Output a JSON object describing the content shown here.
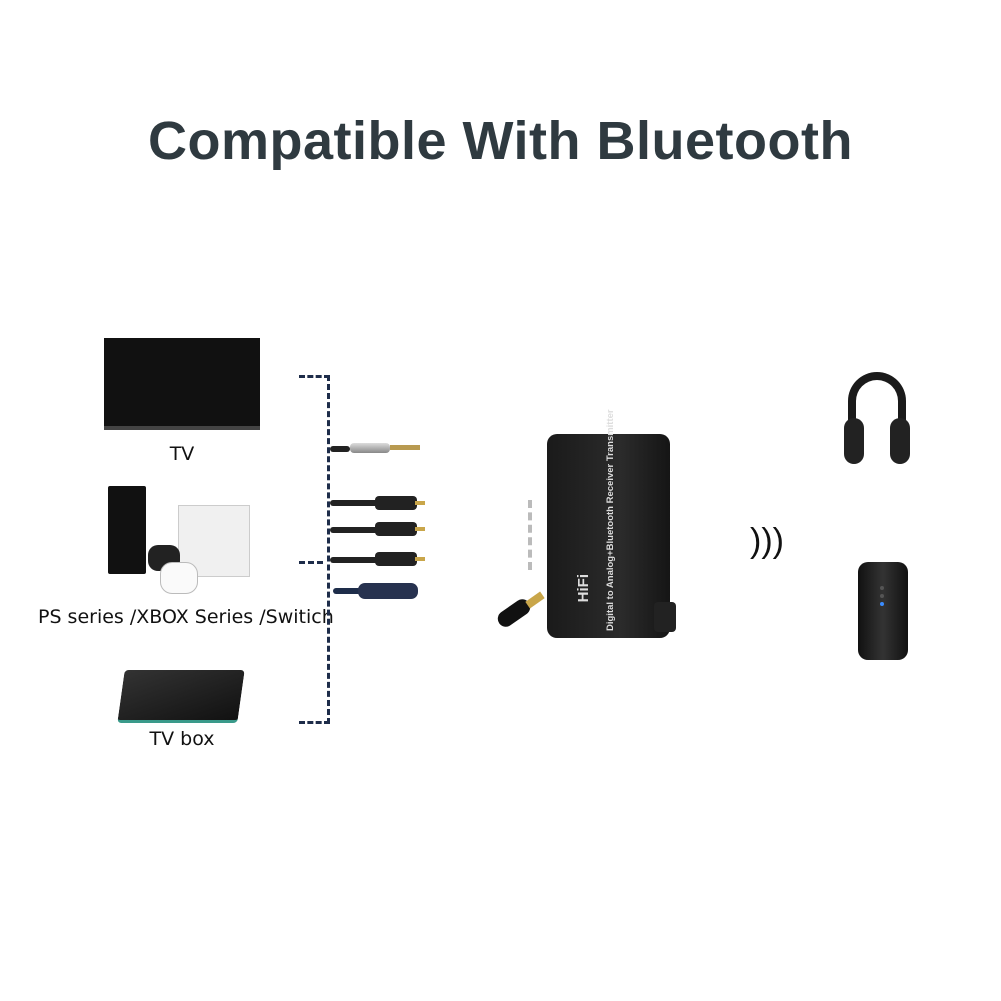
{
  "title": "Compatible With Bluetooth",
  "sources": [
    {
      "label": "TV"
    },
    {
      "label": "PS series /XBOX Series /Switich"
    },
    {
      "label": "TV box"
    }
  ],
  "device": {
    "brand_text": "HiFi",
    "description_text": "Digital to Analog+Bluetooth Receiver Transmitter"
  },
  "colors": {
    "title": "#2f3a40",
    "dashed_line": "#1e2d4a",
    "device": "#1a1a1a"
  }
}
